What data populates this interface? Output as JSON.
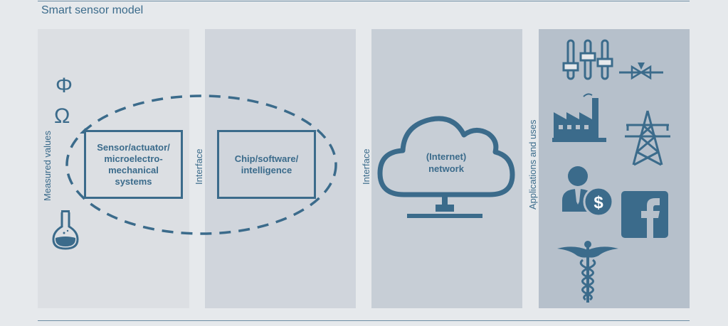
{
  "header": {
    "title": "Smart sensor model"
  },
  "panels": {
    "measured": {
      "label": "Measured values",
      "symbols": [
        "Φ",
        "Ω"
      ],
      "flask_icon": "flask-icon"
    },
    "sensor": {
      "label": "Sensor/actuator/\nmicroelectro-\nmechanical\nsystems"
    },
    "interface_1": {
      "label": "Interface"
    },
    "chip": {
      "label": "Chip/software/\nintelligence"
    },
    "interface_2": {
      "label": "Interface"
    },
    "network": {
      "label": "(Internet)\nnetwork",
      "icon": "cloud-network-icon"
    },
    "applications": {
      "label": "Applications and uses",
      "icons": [
        "equalizer-icon",
        "valve-icon",
        "factory-icon",
        "power-tower-icon",
        "finance-person-icon",
        "facebook-icon",
        "caduceus-icon"
      ]
    }
  },
  "colors": {
    "accent": "#3b6b8b",
    "background": "#e6e9ec"
  }
}
